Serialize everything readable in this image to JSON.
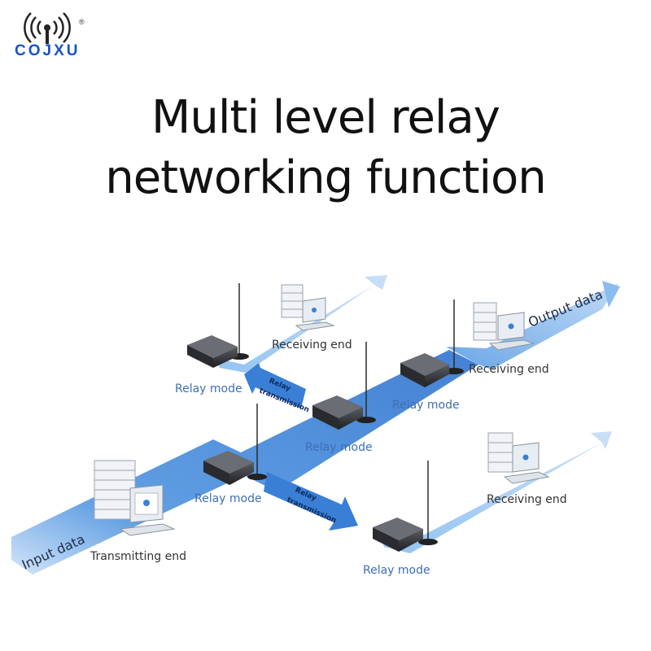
{
  "brand": {
    "name": "COJXU",
    "registered": "®"
  },
  "title": {
    "line1": "Multi level relay",
    "line2": "networking function"
  },
  "labels": {
    "input_data": "Input data",
    "output_data": "Output data",
    "transmitting_end": "Transmitting end",
    "receiving_end_1": "Receiving end",
    "receiving_end_2": "Receiving end",
    "receiving_end_3": "Receiving end",
    "relay_mode_1": "Relay mode",
    "relay_mode_2": "Relay mode",
    "relay_mode_3": "Relay mode",
    "relay_mode_4": "Relay mode",
    "relay_mode_5": "Relay mode",
    "relay_transmission_1_a": "Relay",
    "relay_transmission_1_b": "transmission",
    "relay_transmission_2_a": "Relay",
    "relay_transmission_2_b": "transmission"
  },
  "colors": {
    "brand_blue": "#1a52c8",
    "flow_blue": "#3a7fd6",
    "flow_light": "#9cc6f2",
    "label_blue": "#3f6fb5"
  },
  "icons": [
    "antenna-signal-icon",
    "radio-module-icon",
    "server-stack-icon",
    "laptop-icon"
  ]
}
